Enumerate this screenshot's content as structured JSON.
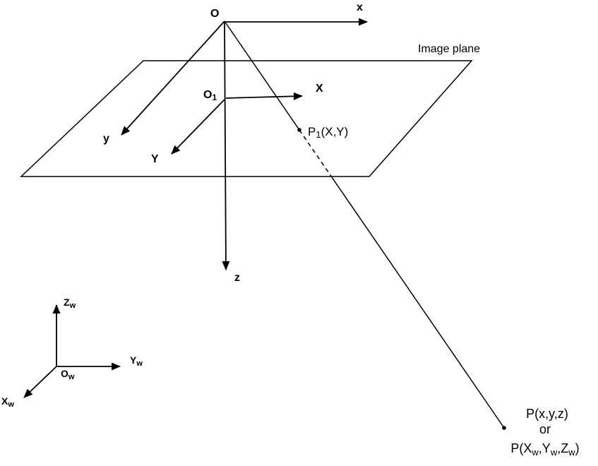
{
  "colors": {
    "stroke": "#000000",
    "background": "#ffffff"
  },
  "camera": {
    "origin_label": "O",
    "x_axis_label": "x",
    "y_axis_label": "y",
    "z_axis_label": "z"
  },
  "image_plane": {
    "label": "Image plane",
    "origin_main": "O",
    "origin_sub": "1",
    "x_axis_label": "X",
    "y_axis_label": "Y",
    "point": {
      "main": "P",
      "sub": "1",
      "coords": "(X,Y)"
    }
  },
  "world_axes": {
    "origin_main": "O",
    "origin_sub": "w",
    "x_main": "X",
    "x_sub": "w",
    "y_main": "Y",
    "y_sub": "w",
    "z_main": "Z",
    "z_sub": "w"
  },
  "scene_point": {
    "line1": "P(x,y,z)",
    "line2": "or",
    "line3": [
      "P(X",
      "w",
      ",Y",
      "w",
      ",Z",
      "w",
      ")"
    ]
  }
}
